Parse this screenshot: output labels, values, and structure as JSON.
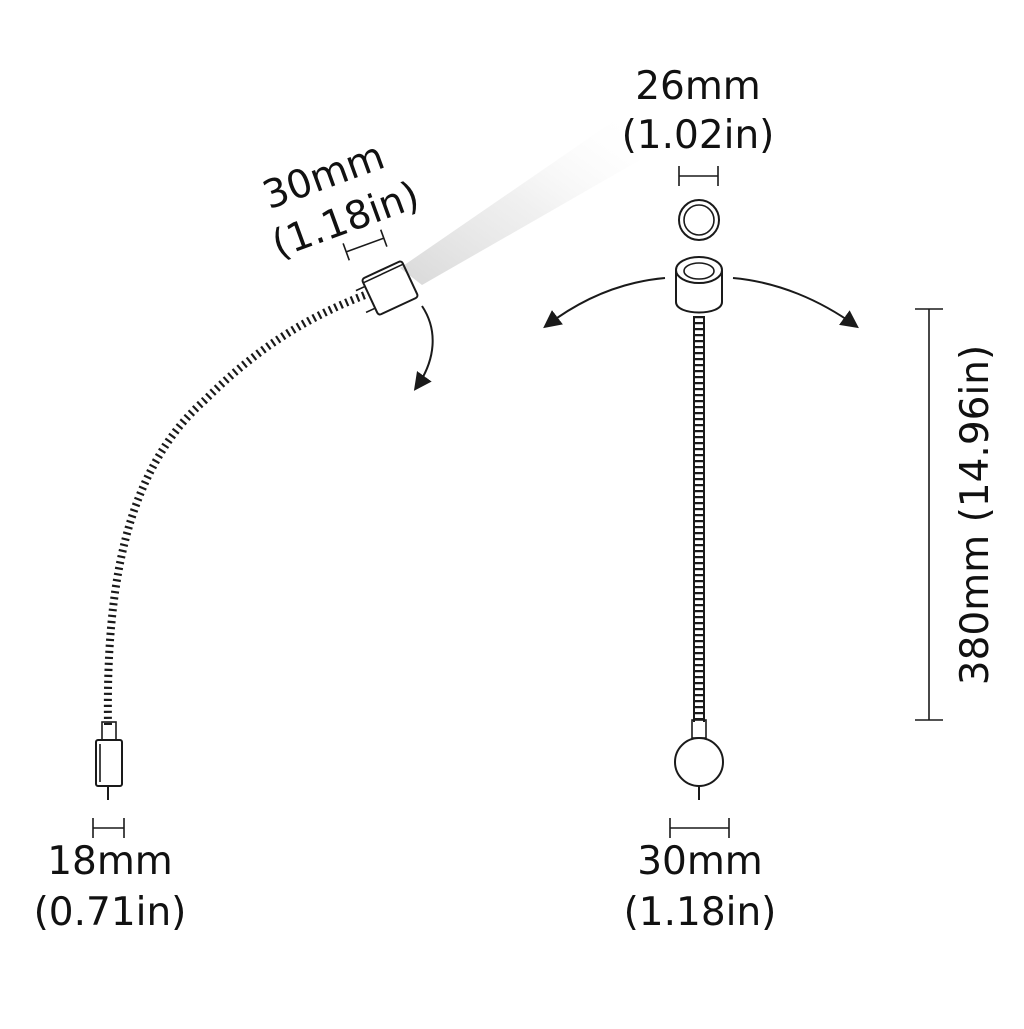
{
  "dimensions": {
    "side_head_width": {
      "mm": "30mm",
      "in": "(1.18in)"
    },
    "side_base_width": {
      "mm": "18mm",
      "in": "(0.71in)"
    },
    "front_head_width": {
      "mm": "26mm",
      "in": "(1.02in)"
    },
    "front_base_width": {
      "mm": "30mm",
      "in": "(1.18in)"
    },
    "arm_length": {
      "label": "380mm (14.96in)"
    }
  },
  "colors": {
    "line": "#1a1a1a",
    "background": "#ffffff",
    "beam": "#d9d9d9"
  },
  "icons": [
    "rotate-arrow-icon",
    "swing-left-arrow-icon",
    "swing-right-arrow-icon"
  ]
}
